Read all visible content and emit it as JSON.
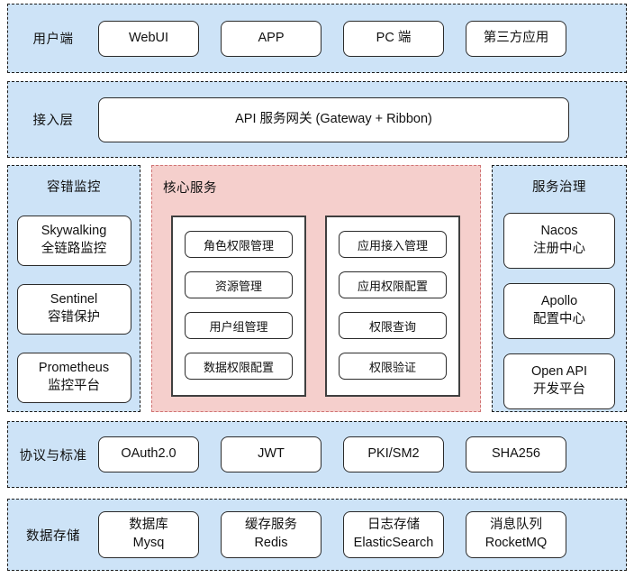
{
  "colors": {
    "band_blue": "#cde3f7",
    "core_pink": "#f5cfcc",
    "core_border": "#d07373",
    "box_border": "#2b2b2b",
    "band_border": "#1c1c1c"
  },
  "client_band": {
    "label": "用户端",
    "boxes": [
      "WebUI",
      "APP",
      "PC 端",
      "第三方应用"
    ]
  },
  "access_band": {
    "label": "接入层",
    "gateway": "API 服务网关 (Gateway + Ribbon)"
  },
  "monitor_panel": {
    "title": "容错监控",
    "boxes": [
      {
        "line1": "Skywalking",
        "line2": "全链路监控"
      },
      {
        "line1": "Sentinel",
        "line2": "容错保护"
      },
      {
        "line1": "Prometheus",
        "line2": "监控平台"
      }
    ]
  },
  "core_panel": {
    "title": "核心服务",
    "group1": [
      "角色权限管理",
      "资源管理",
      "用户组管理",
      "数据权限配置"
    ],
    "group2": [
      "应用接入管理",
      "应用权限配置",
      "权限查询",
      "权限验证"
    ]
  },
  "governance_panel": {
    "title": "服务治理",
    "boxes": [
      {
        "line1": "Nacos",
        "line2": "注册中心"
      },
      {
        "line1": "Apollo",
        "line2": "配置中心"
      },
      {
        "line1": "Open API",
        "line2": "开发平台"
      }
    ]
  },
  "protocol_band": {
    "label": "协议与标准",
    "boxes": [
      "OAuth2.0",
      "JWT",
      "PKI/SM2",
      "SHA256"
    ]
  },
  "storage_band": {
    "label": "数据存储",
    "boxes": [
      {
        "line1": "数据库",
        "line2": "Mysq"
      },
      {
        "line1": "缓存服务",
        "line2": "Redis"
      },
      {
        "line1": "日志存储",
        "line2": "ElasticSearch"
      },
      {
        "line1": "消息队列",
        "line2": "RocketMQ"
      }
    ]
  }
}
